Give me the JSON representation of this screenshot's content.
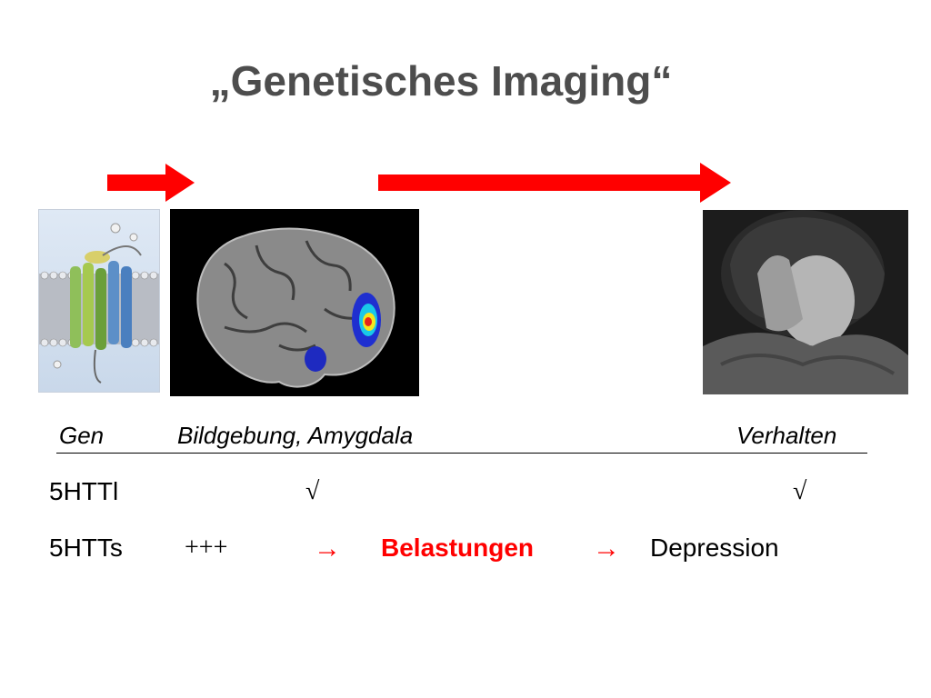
{
  "slide": {
    "title": "„Genetisches Imaging“",
    "accent_color": "#ff0000",
    "title_color": "#4d4d4d"
  },
  "images": [
    {
      "name": "membrane-protein-image",
      "icon": "receptor-protein-illustration"
    },
    {
      "name": "brain-mri-image",
      "icon": "brain-scan-with-amygdala-activation"
    },
    {
      "name": "depressed-person-photo",
      "icon": "person-holding-head-photo"
    }
  ],
  "header": {
    "gen": "Gen",
    "imaging": "Bildgebung, Amygdala",
    "behavior": "Verhalten"
  },
  "rows": [
    {
      "label": "5HTTl",
      "imaging_mark": "√",
      "behavior_mark": "√"
    },
    {
      "label": "5HTTs",
      "imaging_mark": "+++",
      "arrow1": "→",
      "stress": "Belastungen",
      "arrow2": "→",
      "outcome": "Depression"
    }
  ]
}
